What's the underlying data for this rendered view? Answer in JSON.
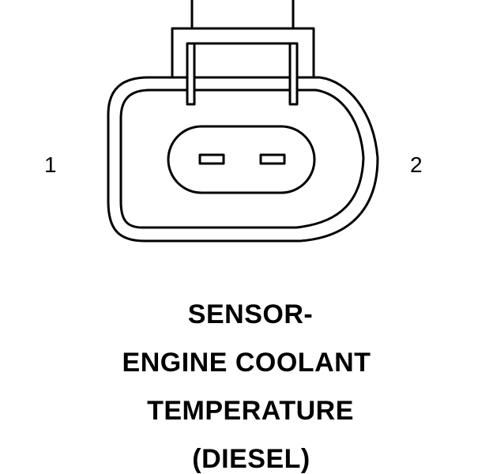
{
  "pins": {
    "pin_1": "1",
    "pin_2": "2"
  },
  "caption": {
    "line_1": "SENSOR-",
    "line_2": "ENGINE COOLANT",
    "line_3": "TEMPERATURE",
    "line_4": "(DIESEL)"
  },
  "colors": {
    "stroke": "#000000",
    "background": "#ffffff"
  }
}
